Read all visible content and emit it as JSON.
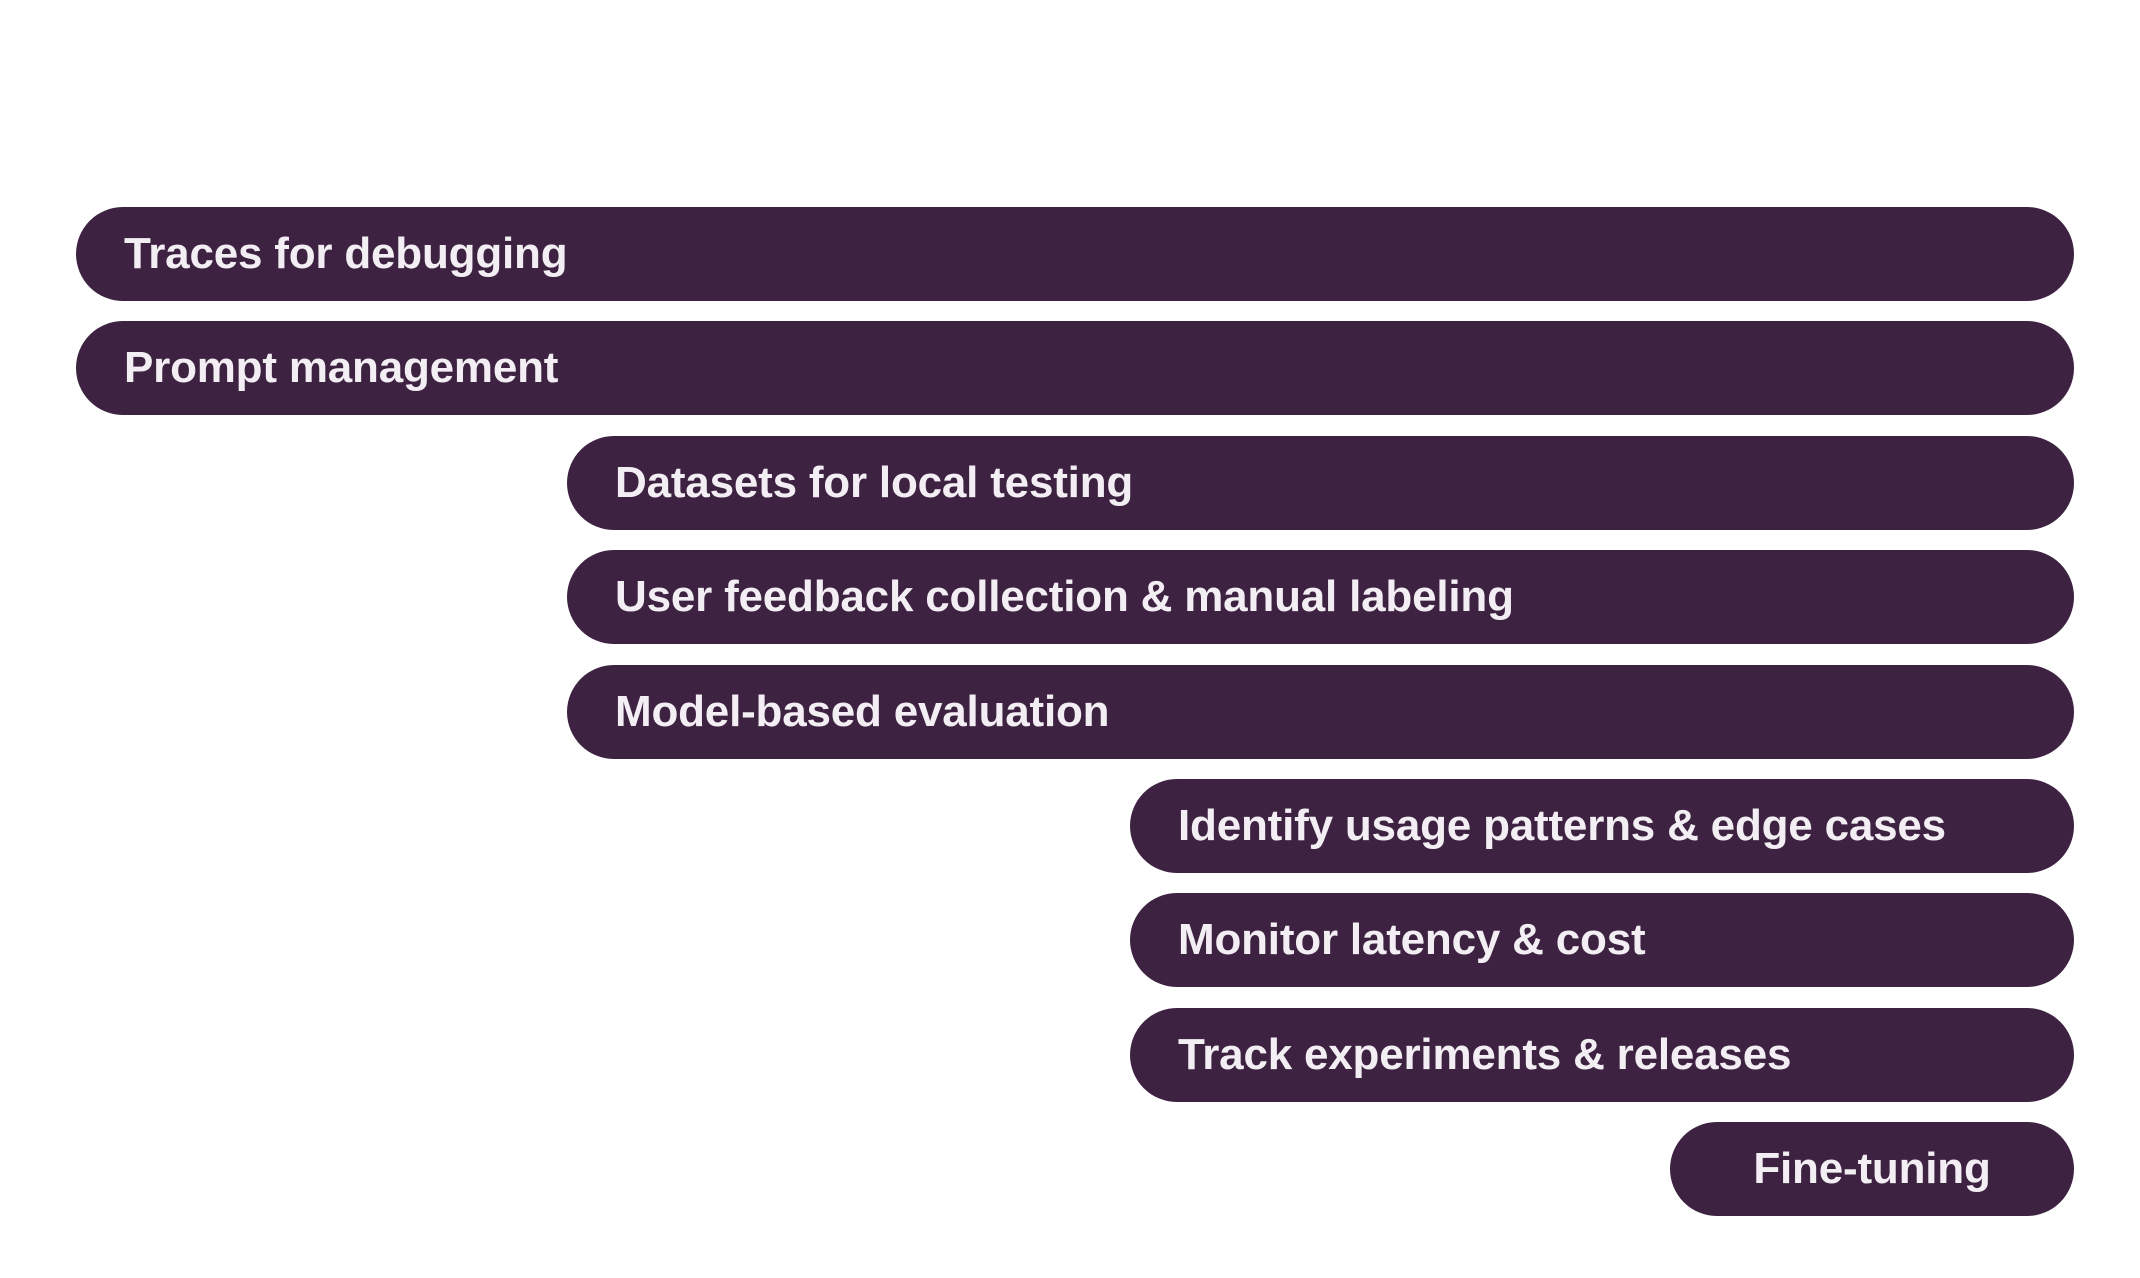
{
  "theme": {
    "bar_color": "#3d2241",
    "text_color": "#f3eef3",
    "background": "#ffffff"
  },
  "features": [
    {
      "label": "Traces for debugging"
    },
    {
      "label": "Prompt management"
    },
    {
      "label": "Datasets for local testing"
    },
    {
      "label": "User feedback collection & manual labeling"
    },
    {
      "label": "Model-based evaluation"
    },
    {
      "label": "Identify usage patterns & edge cases"
    },
    {
      "label": "Monitor latency & cost"
    },
    {
      "label": "Track experiments & releases"
    },
    {
      "label": "Fine-tuning"
    }
  ]
}
